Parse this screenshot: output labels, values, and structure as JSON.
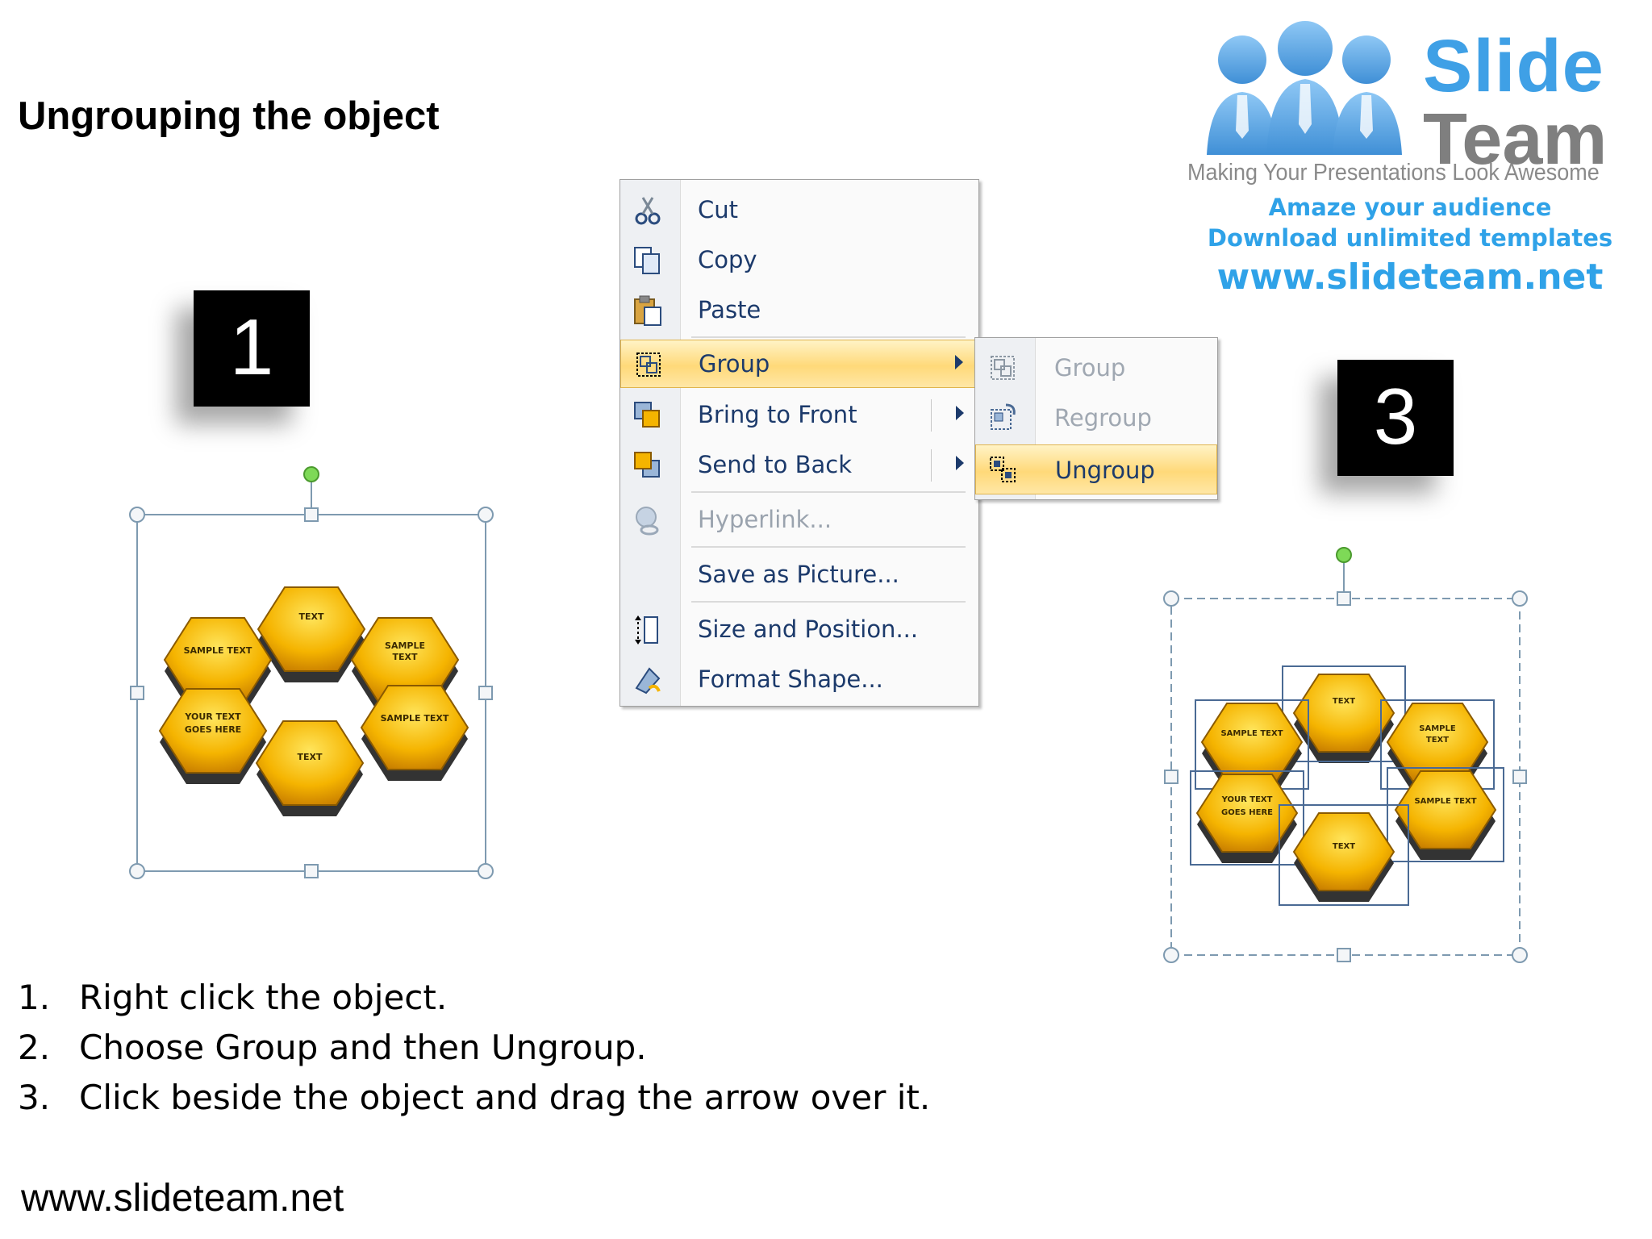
{
  "slide": {
    "title": "Ungrouping the object",
    "footer_url": "www.slideteam.net"
  },
  "logo": {
    "brand_line1": "Slide",
    "brand_line2": "Team",
    "tagline": "Making Your Presentations Look Awesome",
    "promo_line1": "Amaze your audience",
    "promo_line2": "Download unlimited templates",
    "url": "www.slideteam.net"
  },
  "steps_boxes": {
    "box1": "1",
    "box3": "3"
  },
  "hexagons": {
    "top": "TEXT",
    "upper_left": "SAMPLE TEXT",
    "upper_right_line1": "SAMPLE",
    "upper_right_line2": "TEXT",
    "lower_left_line1": "YOUR TEXT",
    "lower_left_line2": "GOES HERE",
    "lower_right": "SAMPLE TEXT",
    "bottom": "TEXT"
  },
  "context_menu": {
    "items": [
      {
        "label": "Cut",
        "icon": "scissors-icon"
      },
      {
        "label": "Copy",
        "icon": "copy-icon"
      },
      {
        "label": "Paste",
        "icon": "paste-icon"
      },
      {
        "label": "Group",
        "icon": "group-icon",
        "highlighted": true,
        "submenu": true
      },
      {
        "label": "Bring to Front",
        "icon": "bring-to-front-icon",
        "submenu": true
      },
      {
        "label": "Send to Back",
        "icon": "send-to-back-icon",
        "submenu": true
      },
      {
        "label": "Hyperlink...",
        "icon": "hyperlink-icon",
        "disabled": true
      },
      {
        "label": "Save as Picture...",
        "icon": ""
      },
      {
        "label": "Size and Position...",
        "icon": "size-position-icon"
      },
      {
        "label": "Format Shape...",
        "icon": "format-shape-icon"
      }
    ]
  },
  "submenu": {
    "items": [
      {
        "label": "Group",
        "icon": "group-icon",
        "disabled": true
      },
      {
        "label": "Regroup",
        "icon": "regroup-icon",
        "disabled": true
      },
      {
        "label": "Ungroup",
        "icon": "ungroup-icon",
        "highlighted": true
      }
    ]
  },
  "instructions": [
    {
      "num": "1.",
      "text": "Right click the object."
    },
    {
      "num": "2.",
      "text": "Choose Group and then Ungroup."
    },
    {
      "num": "3.",
      "text": "Click beside the object and drag the arrow over it."
    }
  ],
  "colors": {
    "menu_text": "#1c3a6b",
    "highlight": "#ffd979",
    "logo_blue": "#3fa0e6",
    "hex_gold": "#f5b400"
  }
}
